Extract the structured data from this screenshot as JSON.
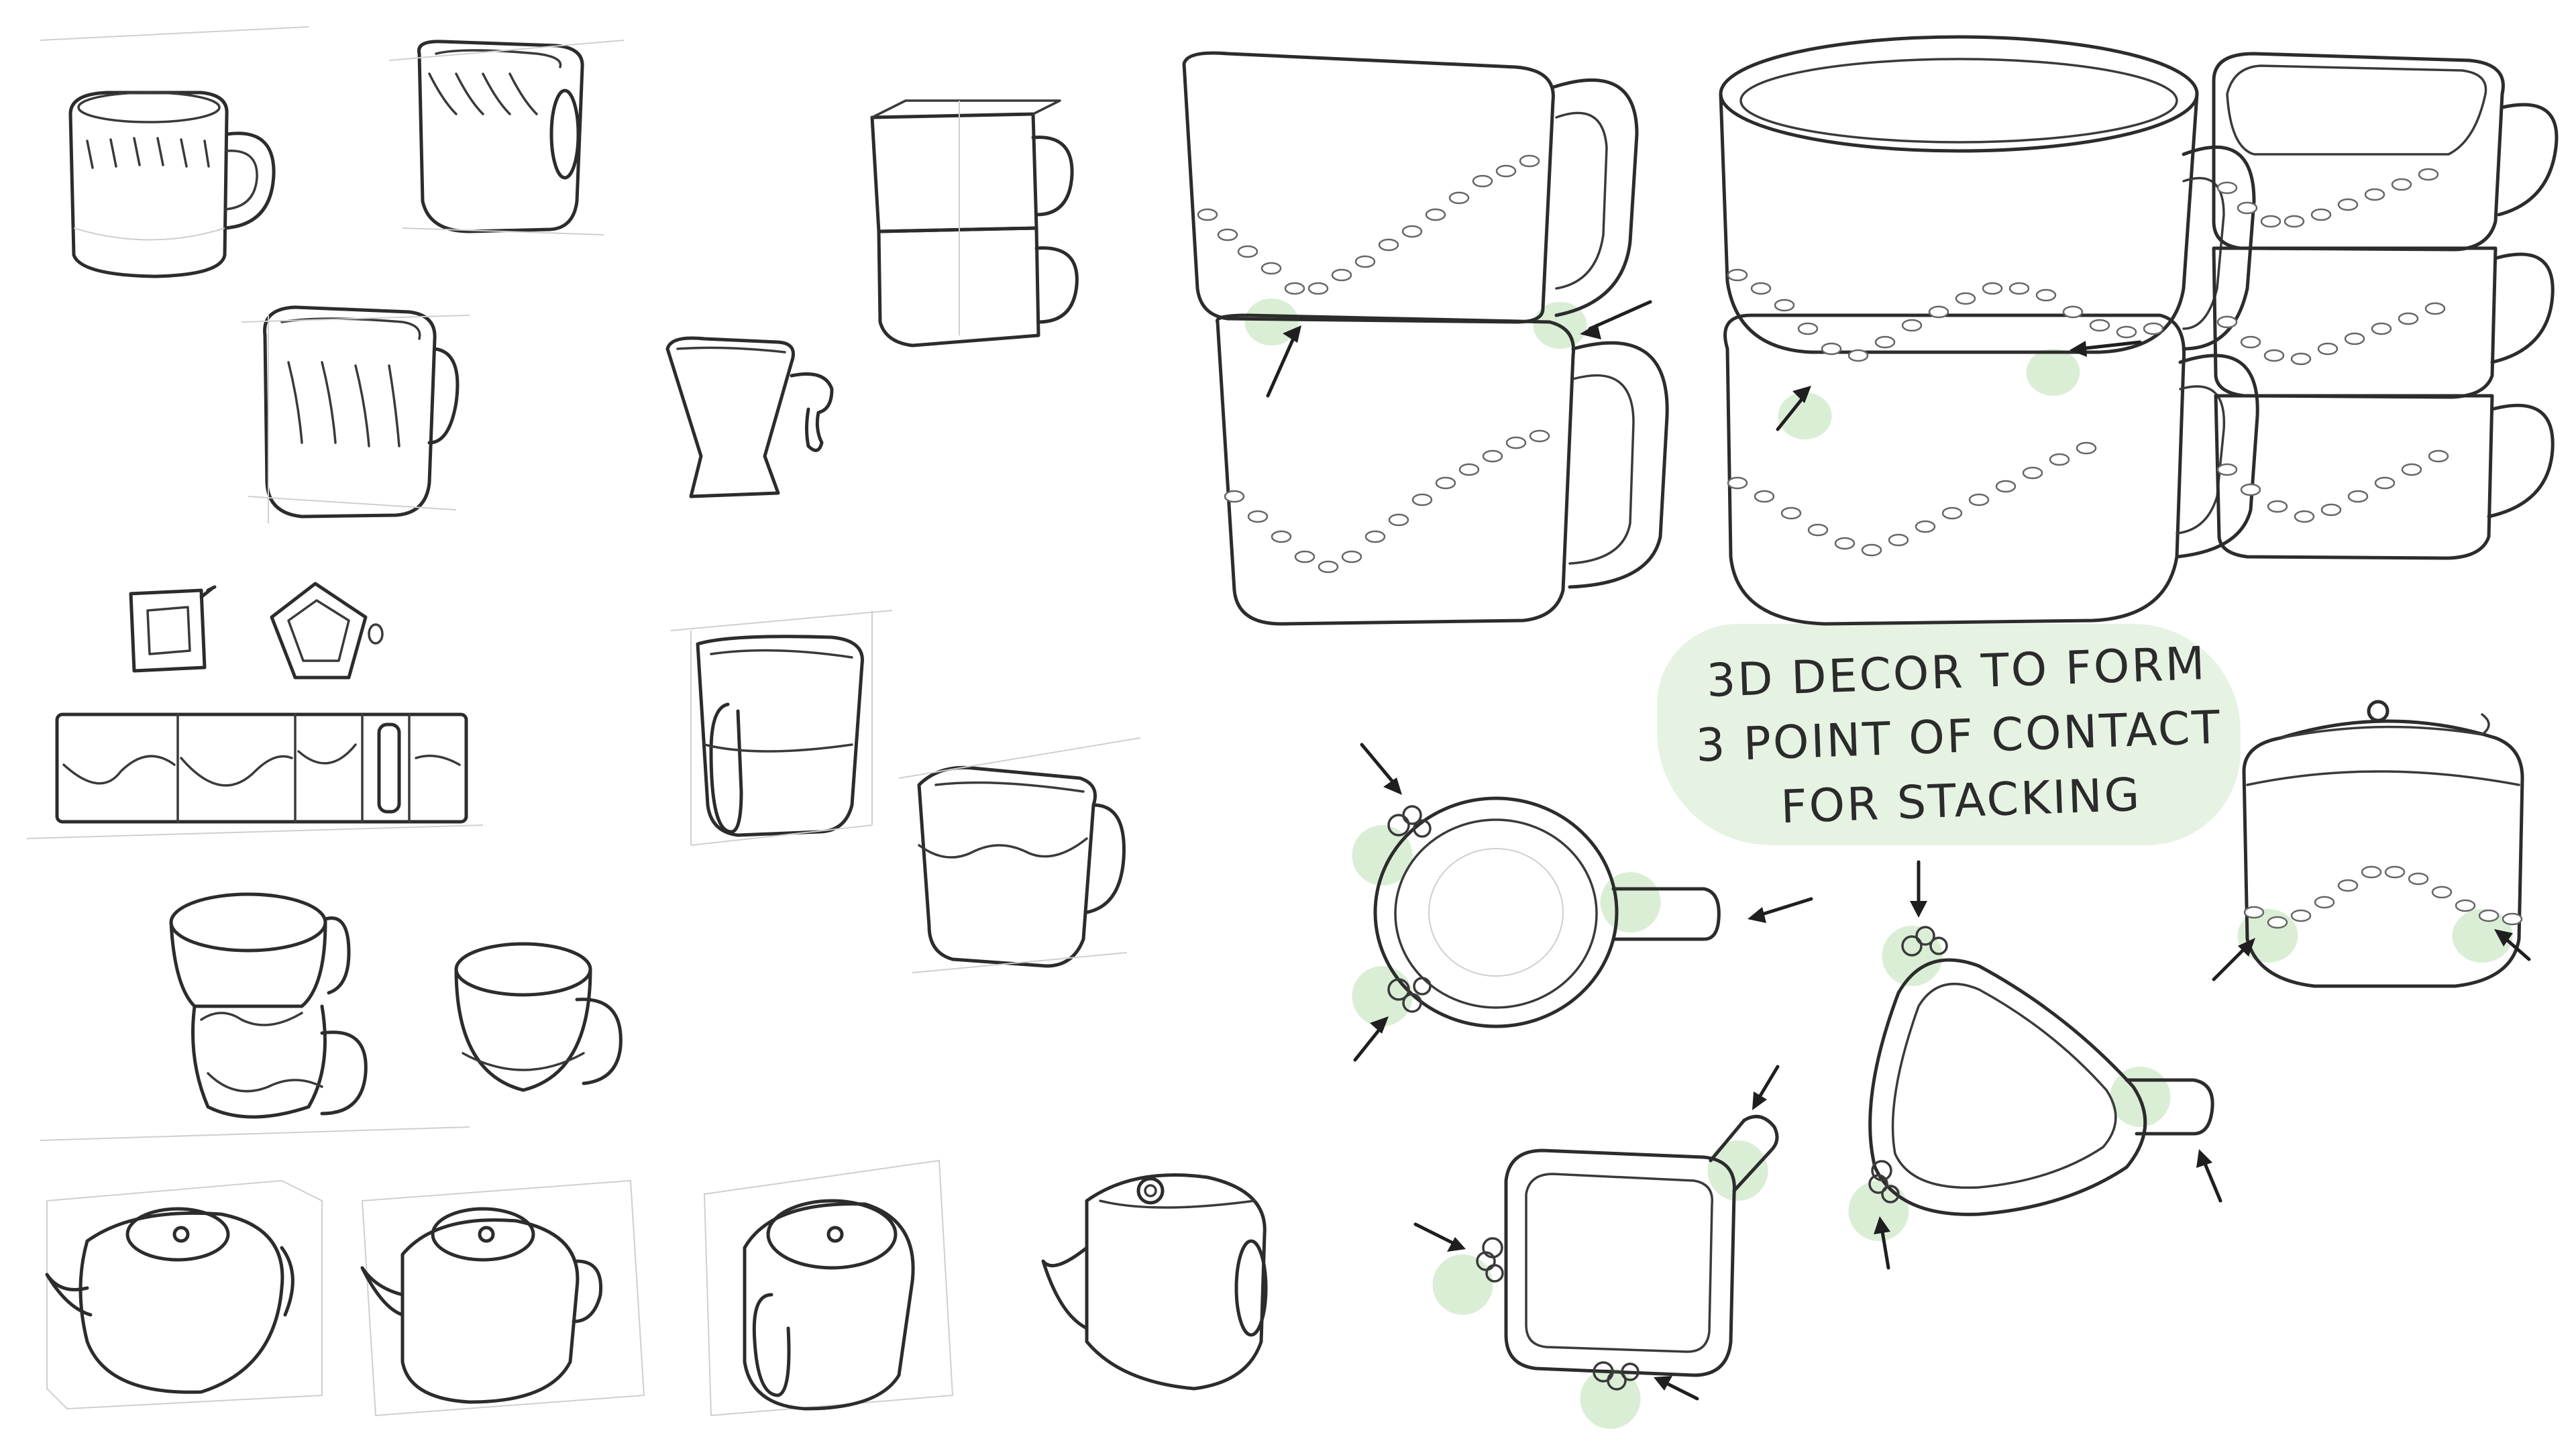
{
  "note": {
    "lines": [
      "3D DECOR TO FORM",
      "3 POINT OF CONTACT",
      "FOR STACKING"
    ]
  },
  "colors": {
    "highlight": "#d3ebcf",
    "bubble": "#e6f3e3",
    "ink": "#2c2c2c"
  }
}
